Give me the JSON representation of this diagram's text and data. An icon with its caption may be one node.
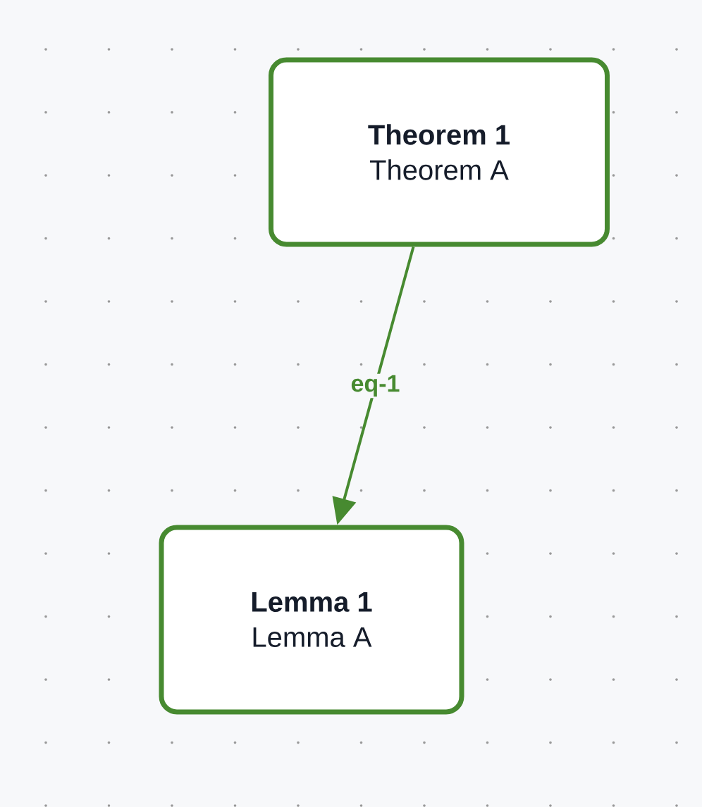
{
  "diagram": {
    "nodes": [
      {
        "text": [
          "Theorem 1",
          "Theorem A"
        ]
      },
      {
        "text": [
          "Lemma 1",
          "Lemma A"
        ]
      }
    ],
    "edges": [
      {
        "from": 0,
        "to": 1,
        "arrow": "to",
        "label": "eq-1"
      }
    ]
  }
}
